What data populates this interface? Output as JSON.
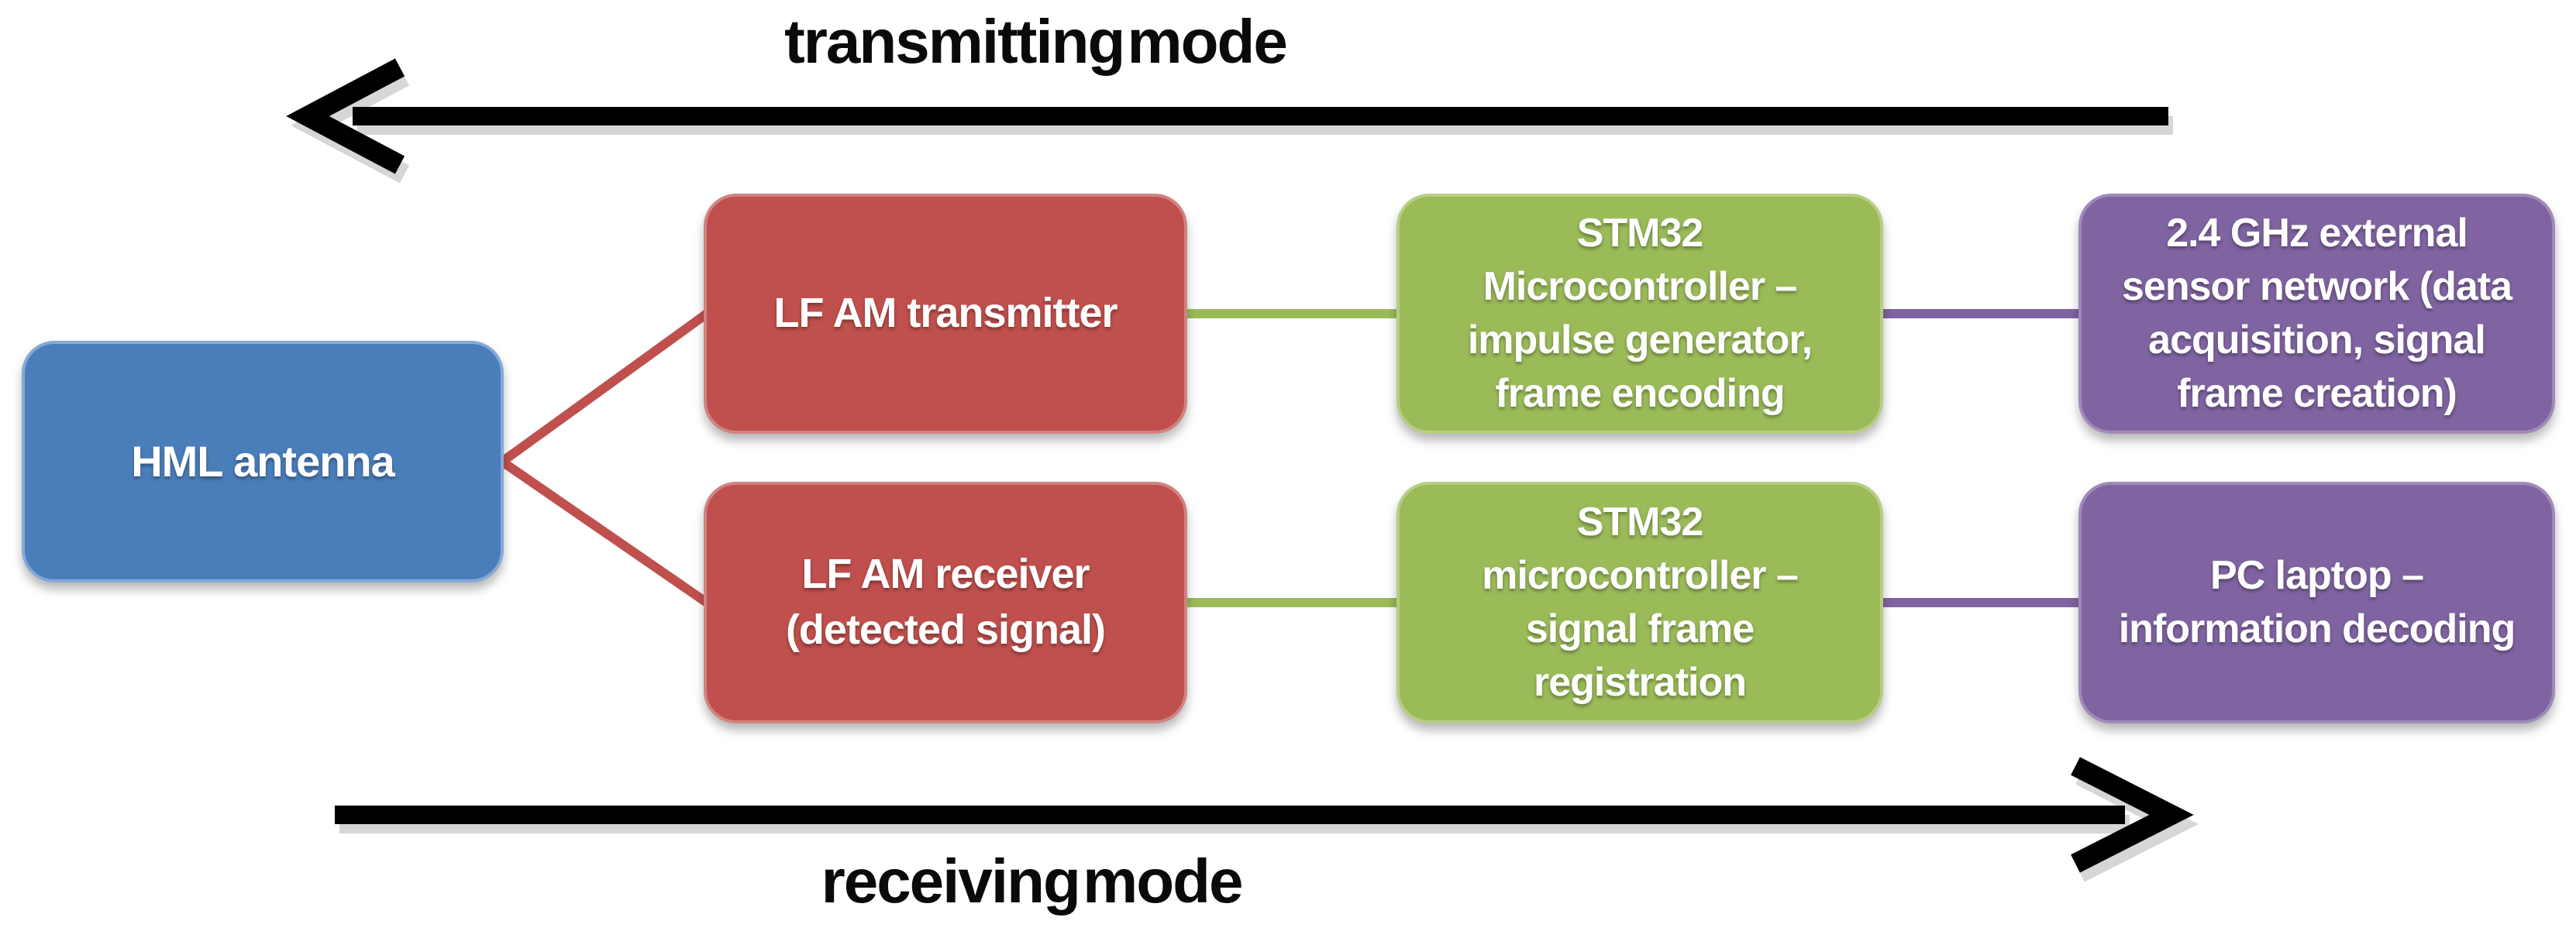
{
  "modes": {
    "transmitting": {
      "label": "transmitting mode",
      "direction": "left"
    },
    "receiving": {
      "label": "receiving mode",
      "direction": "right"
    }
  },
  "nodes": {
    "antenna": {
      "label": "HML antenna",
      "color": "#4a7ebb"
    },
    "transmitter": {
      "label": "LF AM transmitter",
      "color": "#c0504d"
    },
    "receiver": {
      "label": "LF AM receiver\n(detected signal)",
      "color": "#c0504d"
    },
    "mcu_encoder": {
      "label": "STM32\nMicrocontroller –\nimpulse generator,\nframe encoding",
      "color": "#9bbb59"
    },
    "mcu_registration": {
      "label": "STM32\nmicrocontroller –\nsignal frame\nregistration",
      "color": "#9bbb59"
    },
    "sensor_network": {
      "label": "2.4 GHz external\nsensor network (data\nacquisition, signal\nframe creation)",
      "color": "#8064a2"
    },
    "pc_laptop": {
      "label": "PC laptop –\ninformation decoding",
      "color": "#8064a2"
    }
  },
  "colors": {
    "blue": "#4a7ebb",
    "red": "#c0504d",
    "green": "#9bbb59",
    "purple": "#8064a2",
    "arrow": "#000000",
    "background": "#ffffff"
  }
}
